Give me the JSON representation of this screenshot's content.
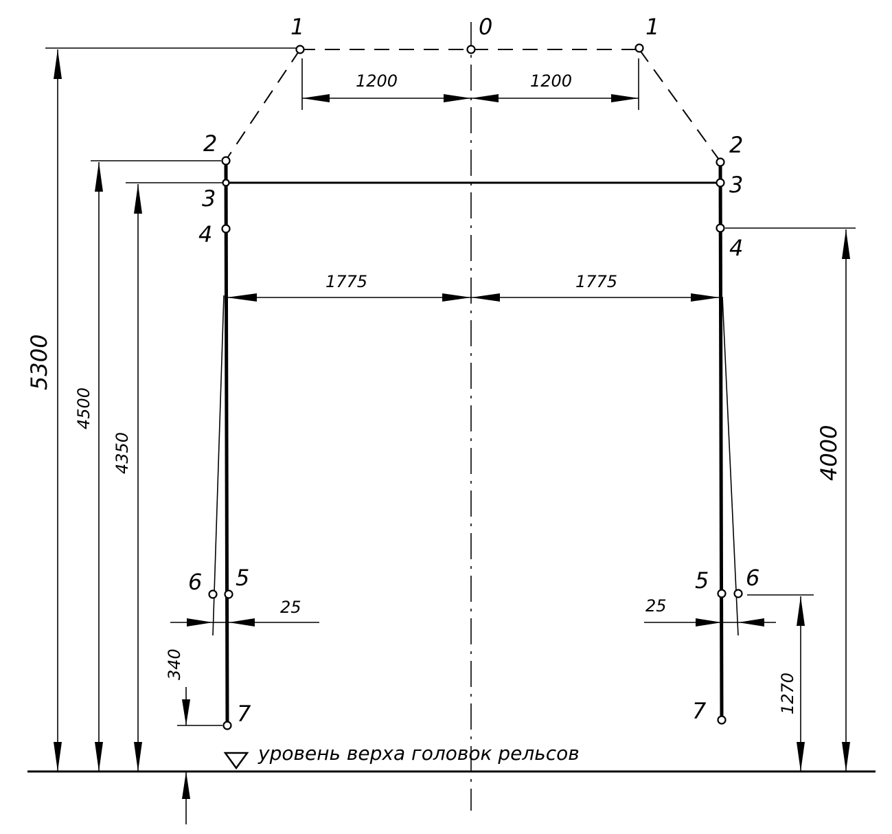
{
  "point_labels": {
    "p0": "0",
    "p1_left": "1",
    "p1_right": "1",
    "p2_left": "2",
    "p2_right": "2",
    "p3_left": "3",
    "p3_right": "3",
    "p4_left": "4",
    "p4_right": "4",
    "p5_left": "5",
    "p5_right": "5",
    "p6_left": "6",
    "p6_right": "6",
    "p7_left": "7",
    "p7_right": "7"
  },
  "dimensions": {
    "top_left_1200": "1200",
    "top_right_1200": "1200",
    "mid_left_1775": "1775",
    "mid_right_1775": "1775",
    "height_5300": "5300",
    "height_4500": "4500",
    "height_4350": "4350",
    "height_4000": "4000",
    "height_1270": "1270",
    "height_340": "340",
    "offset_left_25": "25",
    "offset_right_25": "25"
  },
  "caption": "уровень верха головок рельсов"
}
